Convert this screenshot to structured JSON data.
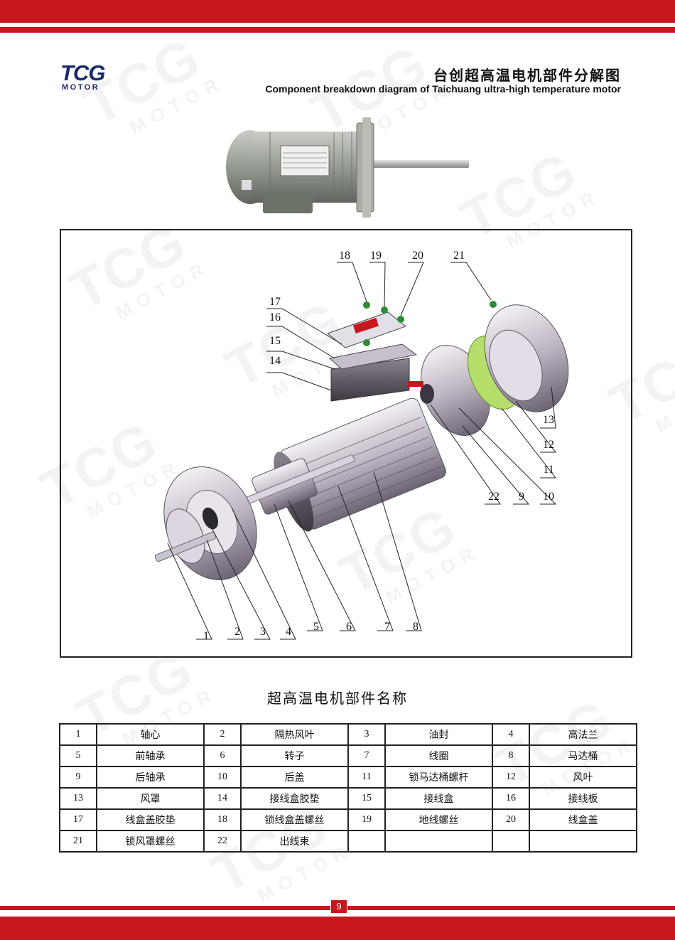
{
  "header": {
    "logo_tcg": "TCG",
    "logo_motor": "MOTOR",
    "title_cn": "台创超高温电机部件分解图",
    "title_en": "Component breakdown diagram of Taichuang ultra-high temperature motor"
  },
  "colors": {
    "brand_red": "#c8161d",
    "logo_navy": "#1a2a6c",
    "motor_gray": "#8a8f88"
  },
  "watermark": {
    "big": "TCG",
    "small": "MOTOR"
  },
  "diagram": {
    "callouts": [
      "1",
      "2",
      "3",
      "4",
      "5",
      "6",
      "7",
      "8",
      "9",
      "10",
      "11",
      "12",
      "13",
      "14",
      "15",
      "16",
      "17",
      "18",
      "19",
      "20",
      "21",
      "22"
    ]
  },
  "table": {
    "title": "超高温电机部件名称",
    "rows": [
      [
        {
          "num": "1",
          "name": "轴心"
        },
        {
          "num": "2",
          "name": "隔热风叶"
        },
        {
          "num": "3",
          "name": "油封"
        },
        {
          "num": "4",
          "name": "高法兰"
        }
      ],
      [
        {
          "num": "5",
          "name": "前轴承"
        },
        {
          "num": "6",
          "name": "转子"
        },
        {
          "num": "7",
          "name": "线圈"
        },
        {
          "num": "8",
          "name": "马达桶"
        }
      ],
      [
        {
          "num": "9",
          "name": "后轴承"
        },
        {
          "num": "10",
          "name": "后盖"
        },
        {
          "num": "11",
          "name": "锁马达桶螺杆"
        },
        {
          "num": "12",
          "name": "风叶"
        }
      ],
      [
        {
          "num": "13",
          "name": "风罩"
        },
        {
          "num": "14",
          "name": "接线盒胶垫"
        },
        {
          "num": "15",
          "name": "接线盒"
        },
        {
          "num": "16",
          "name": "接线板"
        }
      ],
      [
        {
          "num": "17",
          "name": "线盒盖胶垫"
        },
        {
          "num": "18",
          "name": "锁线盒盖螺丝"
        },
        {
          "num": "19",
          "name": "地线螺丝"
        },
        {
          "num": "20",
          "name": "线盒盖"
        }
      ],
      [
        {
          "num": "21",
          "name": "锁风罩螺丝"
        },
        {
          "num": "22",
          "name": "出线束"
        },
        {
          "num": "",
          "name": ""
        },
        {
          "num": "",
          "name": ""
        }
      ]
    ]
  },
  "footer": {
    "page_number": "9"
  }
}
